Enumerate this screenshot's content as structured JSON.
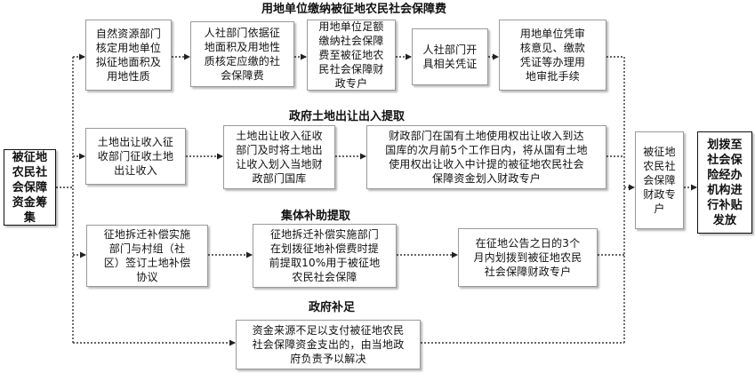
{
  "source_box": "被征地\n农民社\n会保障\n资金筹\n集",
  "sections": [
    {
      "title": "用地单位缴纳被征地农民社会保障费",
      "steps": [
        "自然资源部门\n核定用地单位\n拟征地面积及\n用地性质",
        "人社部门依据征\n地面积及用地性\n质核定应缴的社\n会保障费",
        "用地单位足额\n缴纳社会保障\n费至被征地农\n民社会保障财\n政专户",
        "人社部门开\n具相关凭证",
        "用地单位凭审\n核意见、缴款\n凭证等办理用\n地审批手续"
      ]
    },
    {
      "title": "政府土地出让出入提取",
      "steps": [
        "土地出让收入征\n收部门征收土地\n出让收入",
        "土地出让收入征收\n部门及时将土地出\n让收入划入当地财\n政部门国库",
        "财政部门在国有土地使用权出让收入到达\n国库的次月前5个工作日内，将从国有土地\n使用权出让收入中计提的被征地农民社会\n保障资金划入财政专户"
      ]
    },
    {
      "title": "集体补助提取",
      "steps": [
        "征地拆迁补偿实施\n部门与村组（社\n区）签订土地补偿\n协议",
        "征地拆迁补偿实施部门\n在划拨征地补偿费时提\n前提取10%用于被征地\n农民社会保障",
        "在征地公告之日的3个\n月内划拨到被征地农民\n社会保障财政专户"
      ]
    },
    {
      "title": "政府补足",
      "steps": [
        "资金来源不足以支付被征地农民\n社会保障资金支出的，由当地政\n府负责予以解决"
      ]
    }
  ],
  "account_box": "被征地\n农民社\n会保障\n财政专\n户",
  "final_box": "划拨至\n社会保\n险经办\n机构进\n行补贴\n发放"
}
